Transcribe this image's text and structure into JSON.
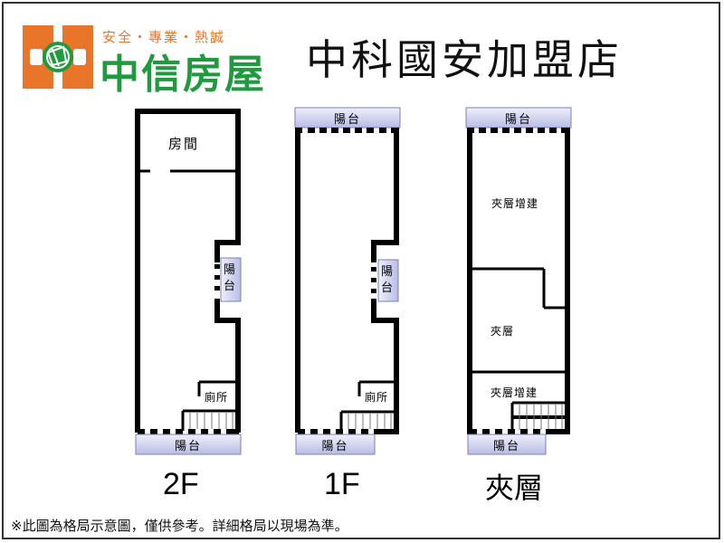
{
  "logo": {
    "slogan": "安全・專業・熱誠",
    "brand": "中信房屋",
    "colors": {
      "orange": "#e8752a",
      "green": "#1f9a3e"
    }
  },
  "title": "中科國安加盟店",
  "floors": [
    {
      "id": "2F",
      "label": "2F",
      "rooms": [
        "房間",
        "廁所"
      ],
      "balconies": [
        {
          "position": "side",
          "label": "陽台"
        },
        {
          "position": "bottom",
          "label": "陽台"
        }
      ]
    },
    {
      "id": "1F",
      "label": "1F",
      "rooms": [
        "廁所"
      ],
      "balconies": [
        {
          "position": "top",
          "label": "陽台"
        },
        {
          "position": "side",
          "label": "陽台"
        },
        {
          "position": "bottom",
          "label": "陽台"
        }
      ]
    },
    {
      "id": "mezzanine",
      "label": "夾層",
      "rooms": [
        "夾層增建",
        "夾層",
        "夾層增建"
      ],
      "balconies": [
        {
          "position": "top",
          "label": "陽台"
        },
        {
          "position": "bottom",
          "label": "陽台"
        }
      ]
    }
  ],
  "disclaimer": "※此圖為格局示意圖，僅供參考。詳細格局以現場為準。",
  "colors": {
    "balcony_fill_top": "#eef0fb",
    "balcony_fill_bottom": "#b9bce6",
    "balcony_border": "#7c80b8",
    "wall": "#000000"
  }
}
